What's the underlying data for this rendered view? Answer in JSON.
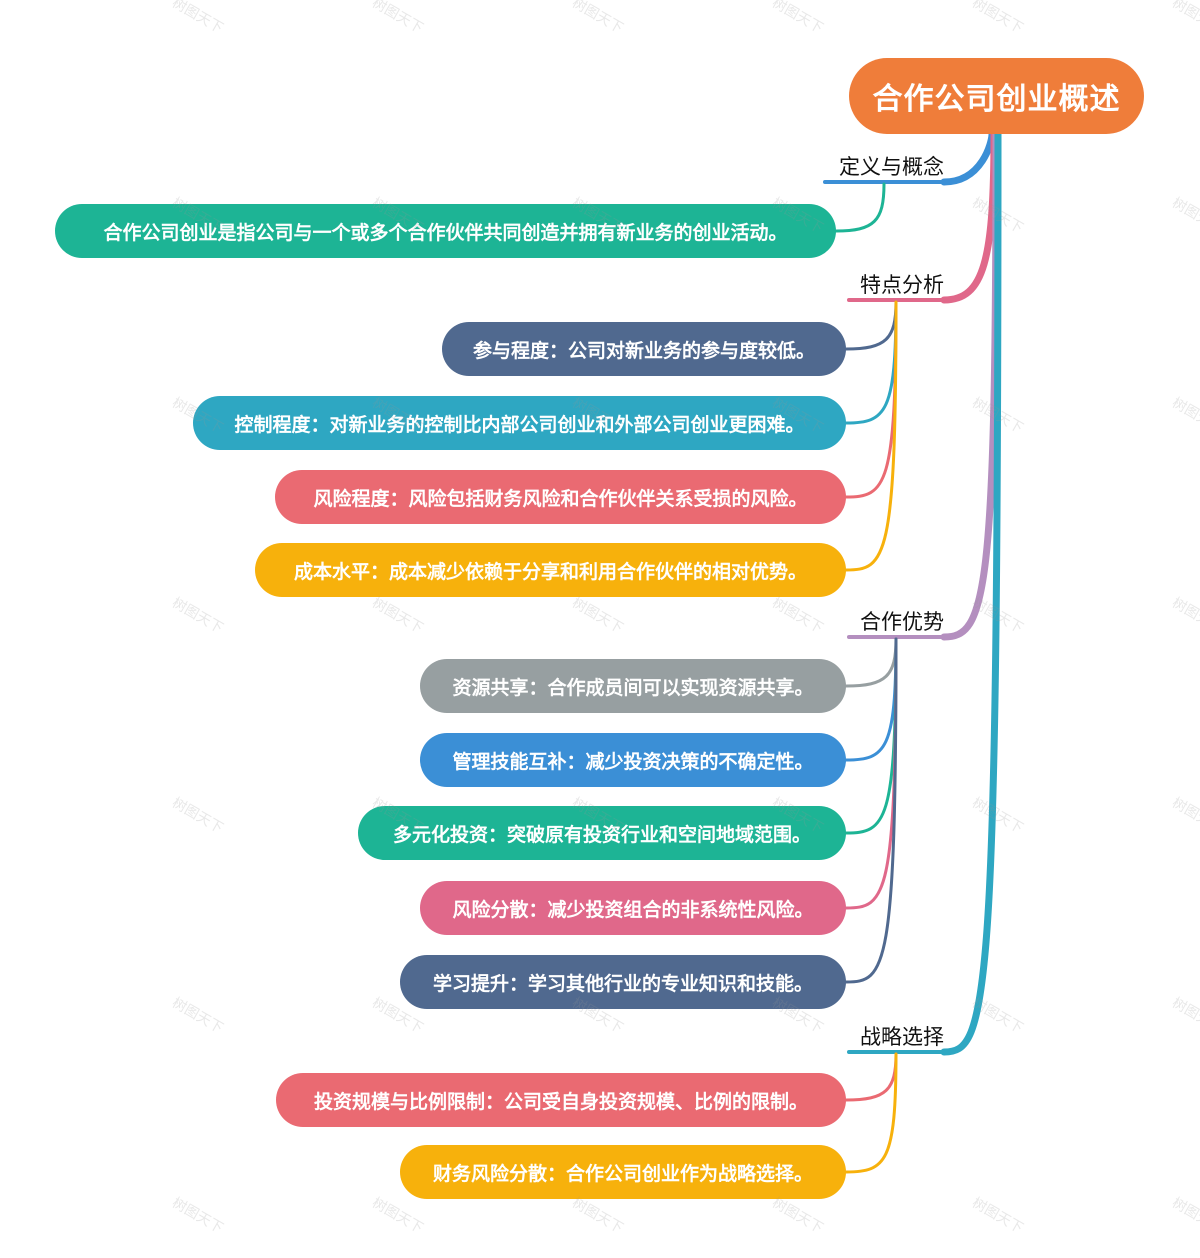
{
  "root": {
    "label": "合作公司创业概述",
    "color": "#ef7d3a"
  },
  "branches": [
    {
      "label": "定义与概念",
      "color": "#3b8fd6",
      "leaves": [
        {
          "text": "合作公司创业是指公司与一个或多个合作伙伴共同创造并拥有新业务的创业活动。",
          "color": "#1db495"
        }
      ]
    },
    {
      "label": "特点分析",
      "color": "#e0688a",
      "leaves": [
        {
          "text": "参与程度：公司对新业务的参与度较低。",
          "color": "#50698f"
        },
        {
          "text": "控制程度：对新业务的控制比内部公司创业和外部公司创业更困难。",
          "color": "#2ea7c2"
        },
        {
          "text": "风险程度：风险包括财务风险和合作伙伴关系受损的风险。",
          "color": "#ea6a72"
        },
        {
          "text": "成本水平：成本减少依赖于分享和利用合作伙伴的相对优势。",
          "color": "#f7b10c"
        }
      ]
    },
    {
      "label": "合作优势",
      "color": "#b48fbf",
      "leaves": [
        {
          "text": "资源共享：合作成员间可以实现资源共享。",
          "color": "#979fa1"
        },
        {
          "text": "管理技能互补：减少投资决策的不确定性。",
          "color": "#3b8fd6"
        },
        {
          "text": "多元化投资：突破原有投资行业和空间地域范围。",
          "color": "#1db495"
        },
        {
          "text": "风险分散：减少投资组合的非系统性风险。",
          "color": "#e0688a"
        },
        {
          "text": "学习提升：学习其他行业的专业知识和技能。",
          "color": "#50698f"
        }
      ]
    },
    {
      "label": "战略选择",
      "color": "#2ea7c2",
      "leaves": [
        {
          "text": "投资规模与比例限制：公司受自身投资规模、比例的限制。",
          "color": "#ea6a72"
        },
        {
          "text": "财务风险分散：合作公司创业作为战略选择。",
          "color": "#f7b10c"
        }
      ]
    }
  ],
  "watermark": "树图天下"
}
